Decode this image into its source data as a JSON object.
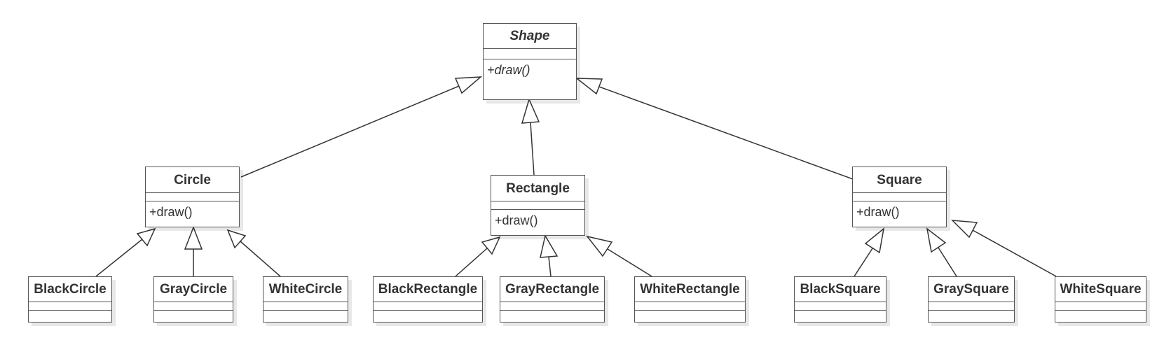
{
  "diagram": {
    "root": {
      "name": "Shape",
      "operation": "+draw()"
    },
    "groups": [
      {
        "parent": {
          "name": "Circle",
          "operation": "+draw()"
        },
        "children": [
          "BlackCircle",
          "GrayCircle",
          "WhiteCircle"
        ]
      },
      {
        "parent": {
          "name": "Rectangle",
          "operation": "+draw()"
        },
        "children": [
          "BlackRectangle",
          "GrayRectangle",
          "WhiteRectangle"
        ]
      },
      {
        "parent": {
          "name": "Square",
          "operation": "+draw()"
        },
        "children": [
          "BlackSquare",
          "GraySquare",
          "WhiteSquare"
        ]
      }
    ]
  }
}
